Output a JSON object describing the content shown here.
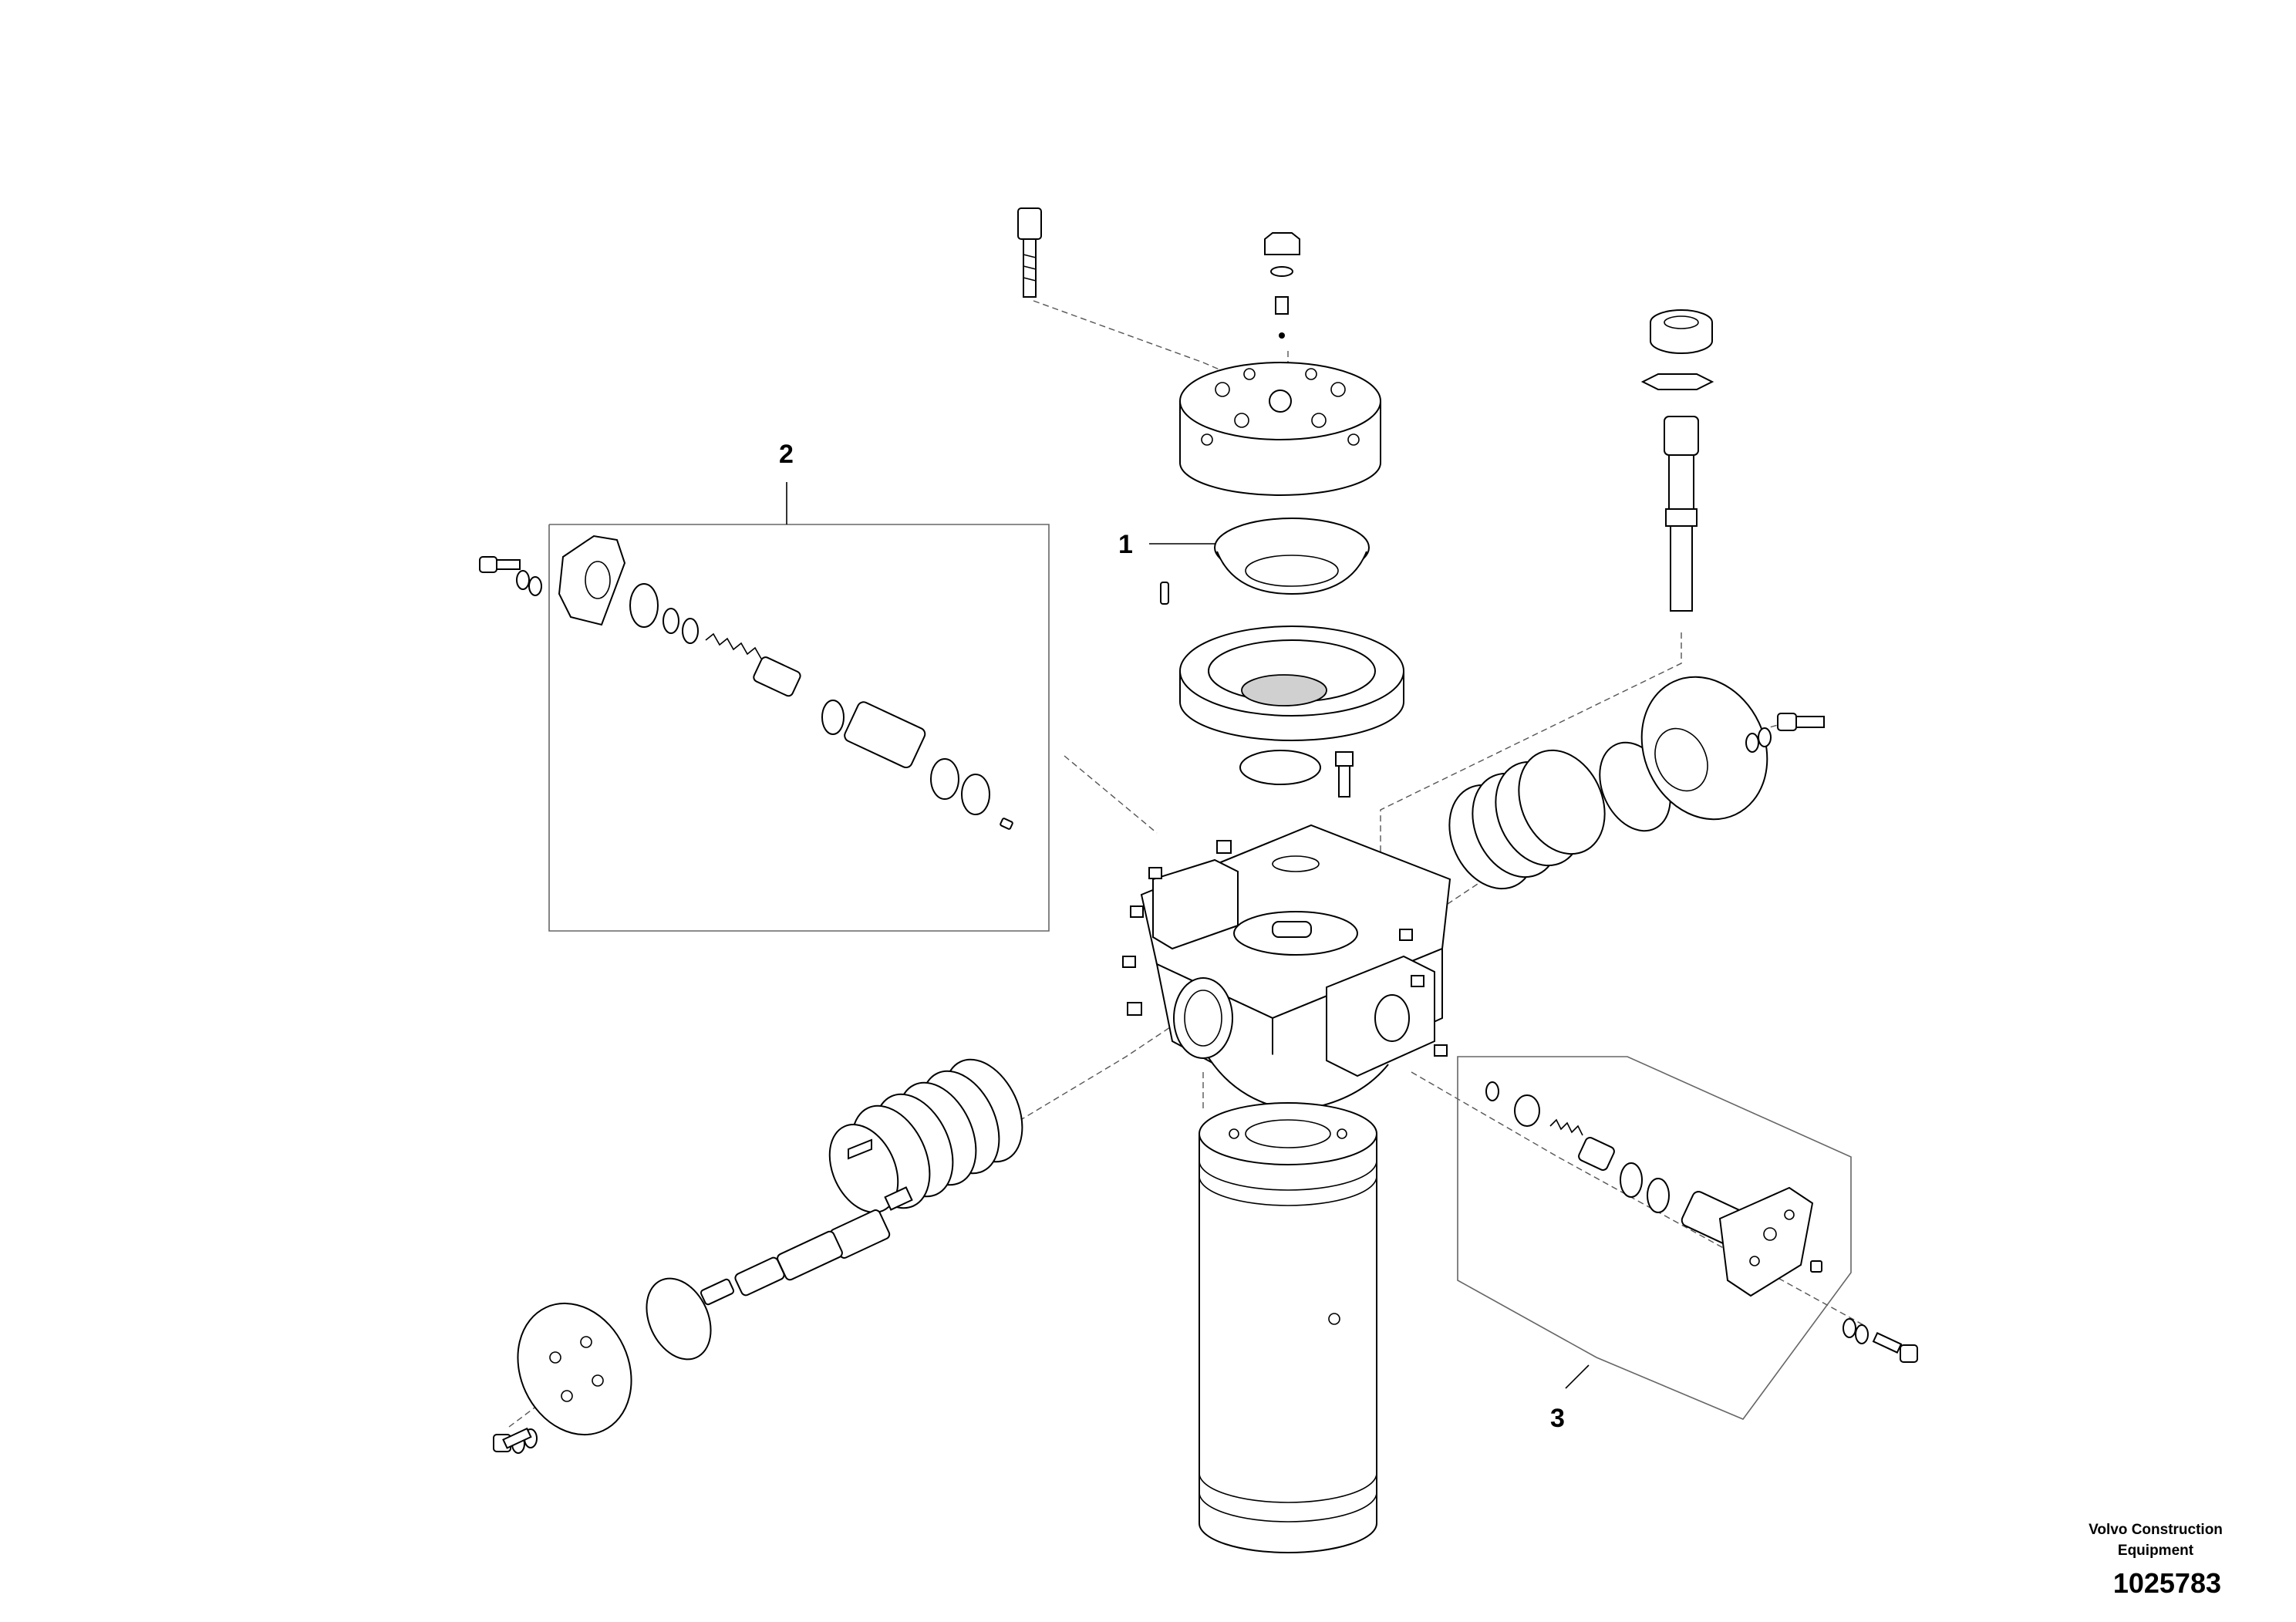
{
  "callouts": {
    "item1": "1",
    "item2": "2",
    "item3": "3"
  },
  "brand": {
    "line1": "Volvo Construction",
    "line2": "Equipment"
  },
  "document_number": "1025783"
}
